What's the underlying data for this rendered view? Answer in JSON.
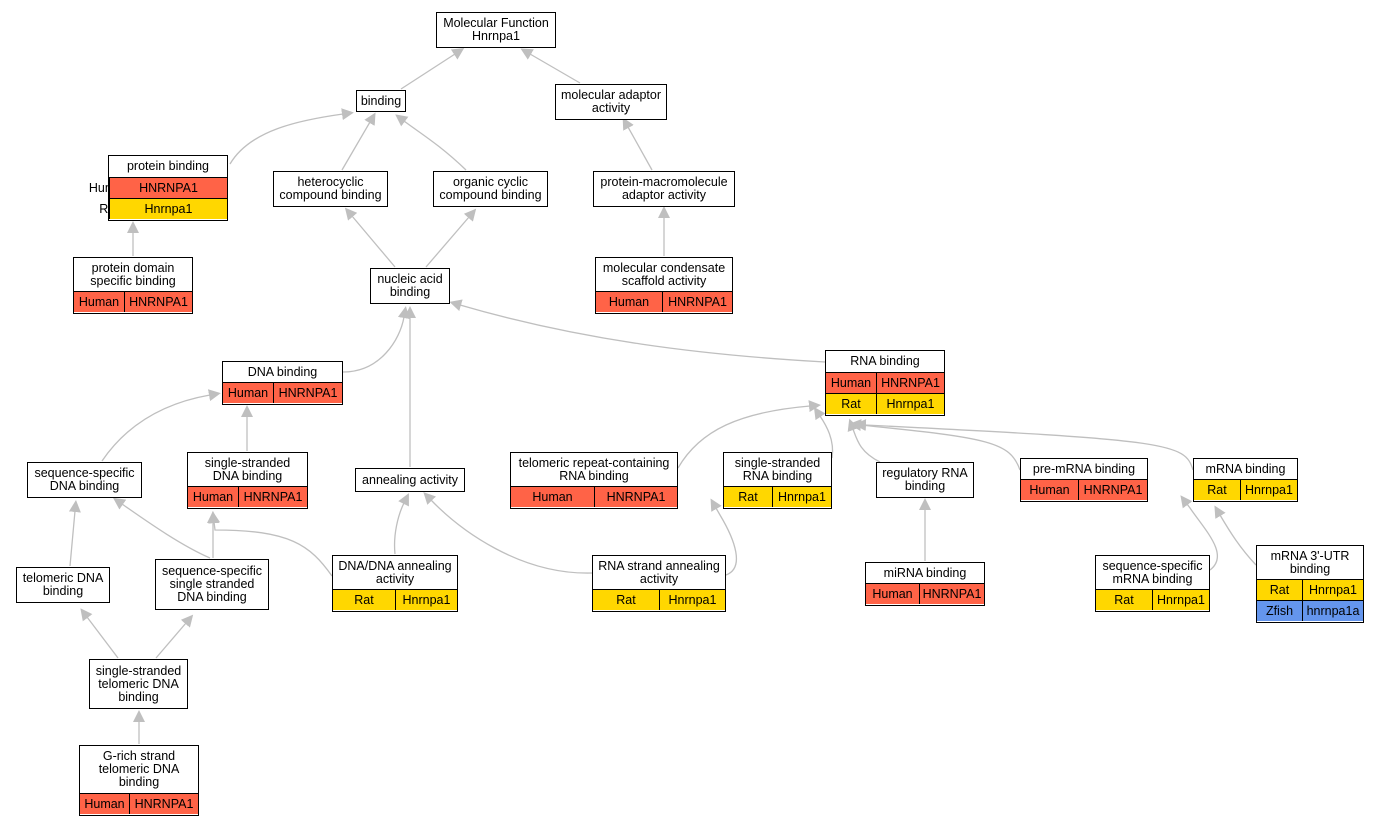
{
  "colors": {
    "Human": "#ff6347",
    "Rat": "#ffd700",
    "Zfish": "#6495ed",
    "edge": "#bfbfbf"
  },
  "nodes": {
    "mf": {
      "label": "Molecular Function\nHnrnpa1",
      "rows": []
    },
    "binding": {
      "label": "binding",
      "rows": []
    },
    "mol_adaptor": {
      "label": "molecular adaptor\nactivity",
      "rows": []
    },
    "protein_binding": {
      "label": "protein binding",
      "rows": [
        {
          "species": "Human",
          "gene": "HNRNPA1"
        },
        {
          "species": "Rat",
          "gene": "Hnrnpa1"
        }
      ]
    },
    "heterocyclic": {
      "label": "heterocyclic\ncompound binding",
      "rows": []
    },
    "organic_cyclic": {
      "label": "organic cyclic\ncompound binding",
      "rows": []
    },
    "prot_macro": {
      "label": "protein-macromolecule\nadaptor activity",
      "rows": []
    },
    "prot_domain": {
      "label": "protein domain\nspecific binding",
      "rows": [
        {
          "species": "Human",
          "gene": "HNRNPA1"
        }
      ]
    },
    "nucleic": {
      "label": "nucleic acid\nbinding",
      "rows": []
    },
    "condensate": {
      "label": "molecular condensate\nscaffold activity",
      "rows": [
        {
          "species": "Human",
          "gene": "HNRNPA1"
        }
      ]
    },
    "dna_binding": {
      "label": "DNA binding",
      "rows": [
        {
          "species": "Human",
          "gene": "HNRNPA1"
        }
      ]
    },
    "rna_binding": {
      "label": "RNA binding",
      "rows": [
        {
          "species": "Human",
          "gene": "HNRNPA1"
        },
        {
          "species": "Rat",
          "gene": "Hnrnpa1"
        }
      ]
    },
    "seq_dna": {
      "label": "sequence-specific\nDNA binding",
      "rows": []
    },
    "ss_dna": {
      "label": "single-stranded\nDNA binding",
      "rows": [
        {
          "species": "Human",
          "gene": "HNRNPA1"
        }
      ]
    },
    "annealing": {
      "label": "annealing activity",
      "rows": []
    },
    "telo_rna": {
      "label": "telomeric repeat-containing\nRNA binding",
      "rows": [
        {
          "species": "Human",
          "gene": "HNRNPA1"
        }
      ]
    },
    "ss_rna": {
      "label": "single-stranded\nRNA binding",
      "rows": [
        {
          "species": "Rat",
          "gene": "Hnrnpa1"
        }
      ]
    },
    "reg_rna": {
      "label": "regulatory RNA\nbinding",
      "rows": []
    },
    "pre_mrna": {
      "label": "pre-mRNA binding",
      "rows": [
        {
          "species": "Human",
          "gene": "HNRNPA1"
        }
      ]
    },
    "mrna": {
      "label": "mRNA binding",
      "rows": [
        {
          "species": "Rat",
          "gene": "Hnrnpa1"
        }
      ]
    },
    "telo_dna": {
      "label": "telomeric DNA\nbinding",
      "rows": []
    },
    "seq_ss_dna": {
      "label": "sequence-specific\nsingle stranded\nDNA binding",
      "rows": []
    },
    "dna_anneal": {
      "label": "DNA/DNA annealing\nactivity",
      "rows": [
        {
          "species": "Rat",
          "gene": "Hnrnpa1"
        }
      ]
    },
    "rna_anneal": {
      "label": "RNA strand annealing\nactivity",
      "rows": [
        {
          "species": "Rat",
          "gene": "Hnrnpa1"
        }
      ]
    },
    "mirna": {
      "label": "miRNA binding",
      "rows": [
        {
          "species": "Human",
          "gene": "HNRNPA1"
        }
      ]
    },
    "seq_mrna": {
      "label": "sequence-specific\nmRNA binding",
      "rows": [
        {
          "species": "Rat",
          "gene": "Hnrnpa1"
        }
      ]
    },
    "mrna_3utr": {
      "label": "mRNA 3'-UTR\nbinding",
      "rows": [
        {
          "species": "Rat",
          "gene": "Hnrnpa1"
        },
        {
          "species": "Zfish",
          "gene": "hnrnpa1a"
        }
      ]
    },
    "ss_telo_dna": {
      "label": "single-stranded\ntelomeric DNA\nbinding",
      "rows": []
    },
    "grich": {
      "label": "G-rich strand\ntelomeric DNA\nbinding",
      "rows": [
        {
          "species": "Human",
          "gene": "HNRNPA1"
        }
      ]
    }
  }
}
